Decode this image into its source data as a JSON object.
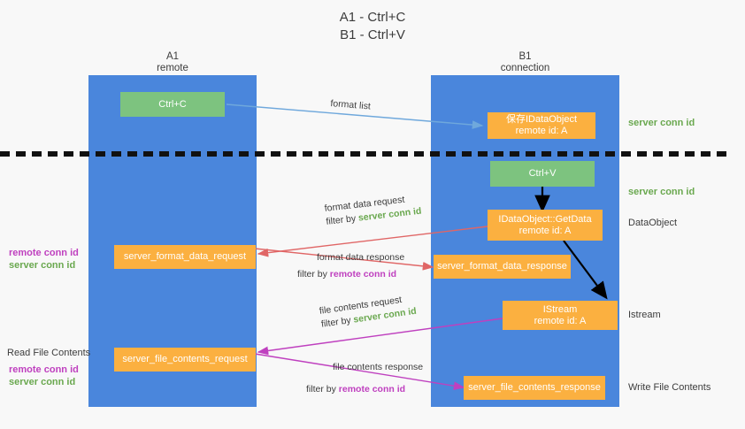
{
  "title": "A1 - Ctrl+C\nB1 - Ctrl+V",
  "colors": {
    "lane": "#4a86dc",
    "green_box": "#7dc37f",
    "orange_box": "#fbb040",
    "server_conn_id": "#6aa84f",
    "remote_conn_id": "#bf40bf",
    "arrow_blue": "#6fa8dc",
    "arrow_red": "#e06666",
    "arrow_magenta": "#bf40bf",
    "arrow_black": "#000000",
    "background": "#f8f8f8"
  },
  "lanes": {
    "left": {
      "header": "A1\nremote"
    },
    "right": {
      "header": "B1\nconnection"
    }
  },
  "boxes": {
    "ctrl_c": {
      "line1": "Ctrl+C",
      "line2": ""
    },
    "save_idataobject": {
      "line1": "保存IDataObject",
      "line2": "remote id: A"
    },
    "ctrl_v": {
      "line1": "Ctrl+V",
      "line2": ""
    },
    "getdata": {
      "line1": "IDataObject::GetData",
      "line2": "remote id: A"
    },
    "format_data_request": {
      "line1": "server_format_data_request",
      "line2": ""
    },
    "format_data_response": {
      "line1": "server_format_data_response",
      "line2": ""
    },
    "istream": {
      "line1": "IStream",
      "line2": "remote id: A"
    },
    "file_contents_request": {
      "line1": "server_file_contents_request",
      "line2": ""
    },
    "file_contents_response": {
      "line1": "server_file_contents_response",
      "line2": ""
    }
  },
  "right_labels": {
    "server_conn_id_top": "server conn id",
    "server_conn_id_mid": "server conn id",
    "dataobject": "DataObject",
    "istream": "Istream",
    "write_file_contents": "Write File Contents"
  },
  "left_labels": {
    "format_remote": "remote conn id",
    "format_server": "server conn id",
    "read_file_contents": "Read File Contents",
    "file_remote": "remote conn id",
    "file_server": "server conn id"
  },
  "edge_labels": {
    "format_list": "format list",
    "format_data_request_l1": "format data request",
    "format_data_request_l2_prefix": "filter by ",
    "format_data_request_l2_value": "server conn id",
    "format_data_response_l1": "format data response",
    "format_data_response_l2_prefix": "filter by ",
    "format_data_response_l2_value": "remote conn id",
    "file_contents_request_l1": "file contents request",
    "file_contents_request_l2_prefix": "filter by ",
    "file_contents_request_l2_value": "server conn id",
    "file_contents_response_l1": "file contents response",
    "file_contents_response_l2_prefix": "filter by ",
    "file_contents_response_l2_value": "remote conn id"
  }
}
